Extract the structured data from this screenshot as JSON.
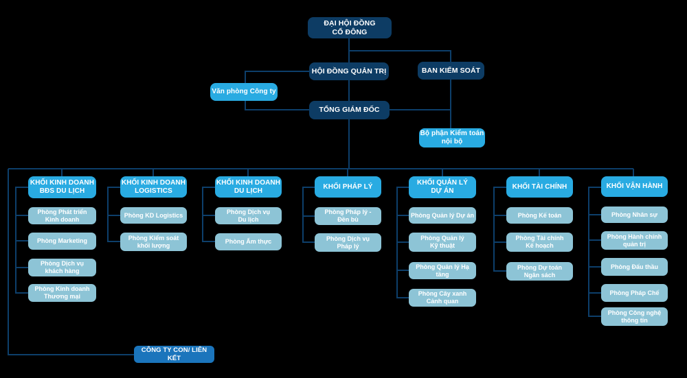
{
  "colors": {
    "background": "#000000",
    "dark_navy_box": "#0d3c64",
    "bright_blue_box": "#29abe2",
    "light_blue_box": "#8dc4d6",
    "medium_blue_box": "#1b75bc",
    "connector_line": "#0d3f6b"
  },
  "nodes": {
    "shareholders": "ĐẠI HỘI ĐỒNG\nCỔ ĐÔNG",
    "board": "HỘI ĐỒNG QUẢN TRỊ",
    "supervisory": "BAN KIỂM SOÁT",
    "company_office": "Văn phòng Công ty",
    "ceo": "TỔNG GIÁM ĐỐC",
    "internal_audit": "Bộ phận Kiểm toán\nnội bộ",
    "subsidiaries": "CÔNG TY CON/ LIÊN KẾT"
  },
  "divisions": [
    {
      "title": "KHỐI KINH DOANH\nBĐS DU LỊCH",
      "children": [
        "Phòng Phát triển\nKinh doanh",
        "Phòng Marketing",
        "Phòng Dịch vụ\nkhách hàng",
        "Phòng Kinh doanh\nThương mại"
      ]
    },
    {
      "title": "KHỐI KINH DOANH\nLOGISTICS",
      "children": [
        "Phòng KD Logistics",
        "Phòng Kiểm soát\nkhối lượng"
      ]
    },
    {
      "title": "KHỐI KINH DOANH\nDU LỊCH",
      "children": [
        "Phòng Dịch vụ\nDu lịch",
        "Phòng Ẩm thực"
      ]
    },
    {
      "title": "KHỐI PHÁP LÝ",
      "children": [
        "Phòng Pháp lý -\nĐền bù",
        "Phòng Dịch vụ\nPháp lý"
      ]
    },
    {
      "title": "KHỐI QUẢN LÝ\nDỰ ÁN",
      "children": [
        "Phòng Quản lý Dự án",
        "Phòng Quản lý\nKỹ thuật",
        "Phòng Quản lý Hạ tầng",
        "Phòng Cây xanh\nCảnh quan"
      ]
    },
    {
      "title": "KHỐI TÀI CHÍNH",
      "children": [
        "Phòng Kế toán",
        "Phòng Tài chính\nKế hoạch",
        "Phòng Dự toán\nNgân sách"
      ]
    },
    {
      "title": "KHỐI VẬN HÀNH",
      "children": [
        "Phòng Nhân sự",
        "Phòng Hành chính\nquản trị",
        "Phòng Đấu thầu",
        "Phòng Pháp Chế",
        "Phòng Công nghệ\nthông tin"
      ]
    }
  ]
}
